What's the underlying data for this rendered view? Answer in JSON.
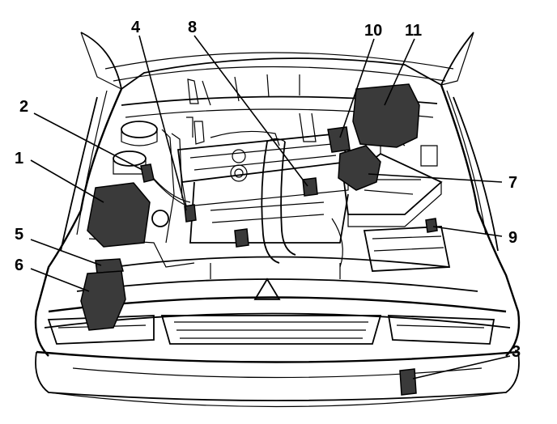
{
  "callouts": [
    {
      "id": "1",
      "label": "1"
    },
    {
      "id": "2",
      "label": "2"
    },
    {
      "id": "3",
      "label": "3"
    },
    {
      "id": "4",
      "label": "4"
    },
    {
      "id": "5",
      "label": "5"
    },
    {
      "id": "6",
      "label": "6"
    },
    {
      "id": "7",
      "label": "7"
    },
    {
      "id": "8",
      "label": "8"
    },
    {
      "id": "9",
      "label": "9"
    },
    {
      "id": "10",
      "label": "10"
    },
    {
      "id": "11",
      "label": "11"
    }
  ],
  "colors": {
    "line": "#000000",
    "component_fill": "#3a3a3a",
    "background": "#ffffff"
  }
}
